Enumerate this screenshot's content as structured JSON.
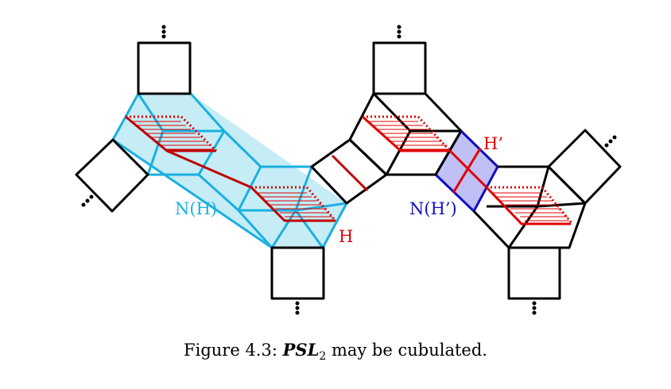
{
  "labels": {
    "nh": "N(H)",
    "h": "H",
    "nh_prime": "N(H’)",
    "h_prime": "H’"
  },
  "caption": {
    "prefix": "Figure 4.3:",
    "math": "PSL",
    "subscript": "2",
    "suffix": "may be cubulated."
  },
  "colors": {
    "edge": "#000000",
    "hyperplane": "#e00000",
    "carrier_fill": "#c6ecf6",
    "carrier_stroke": "#1ab0e0",
    "carrier2_fill": "#c0c0f4",
    "carrier2_stroke": "#1010c0"
  }
}
